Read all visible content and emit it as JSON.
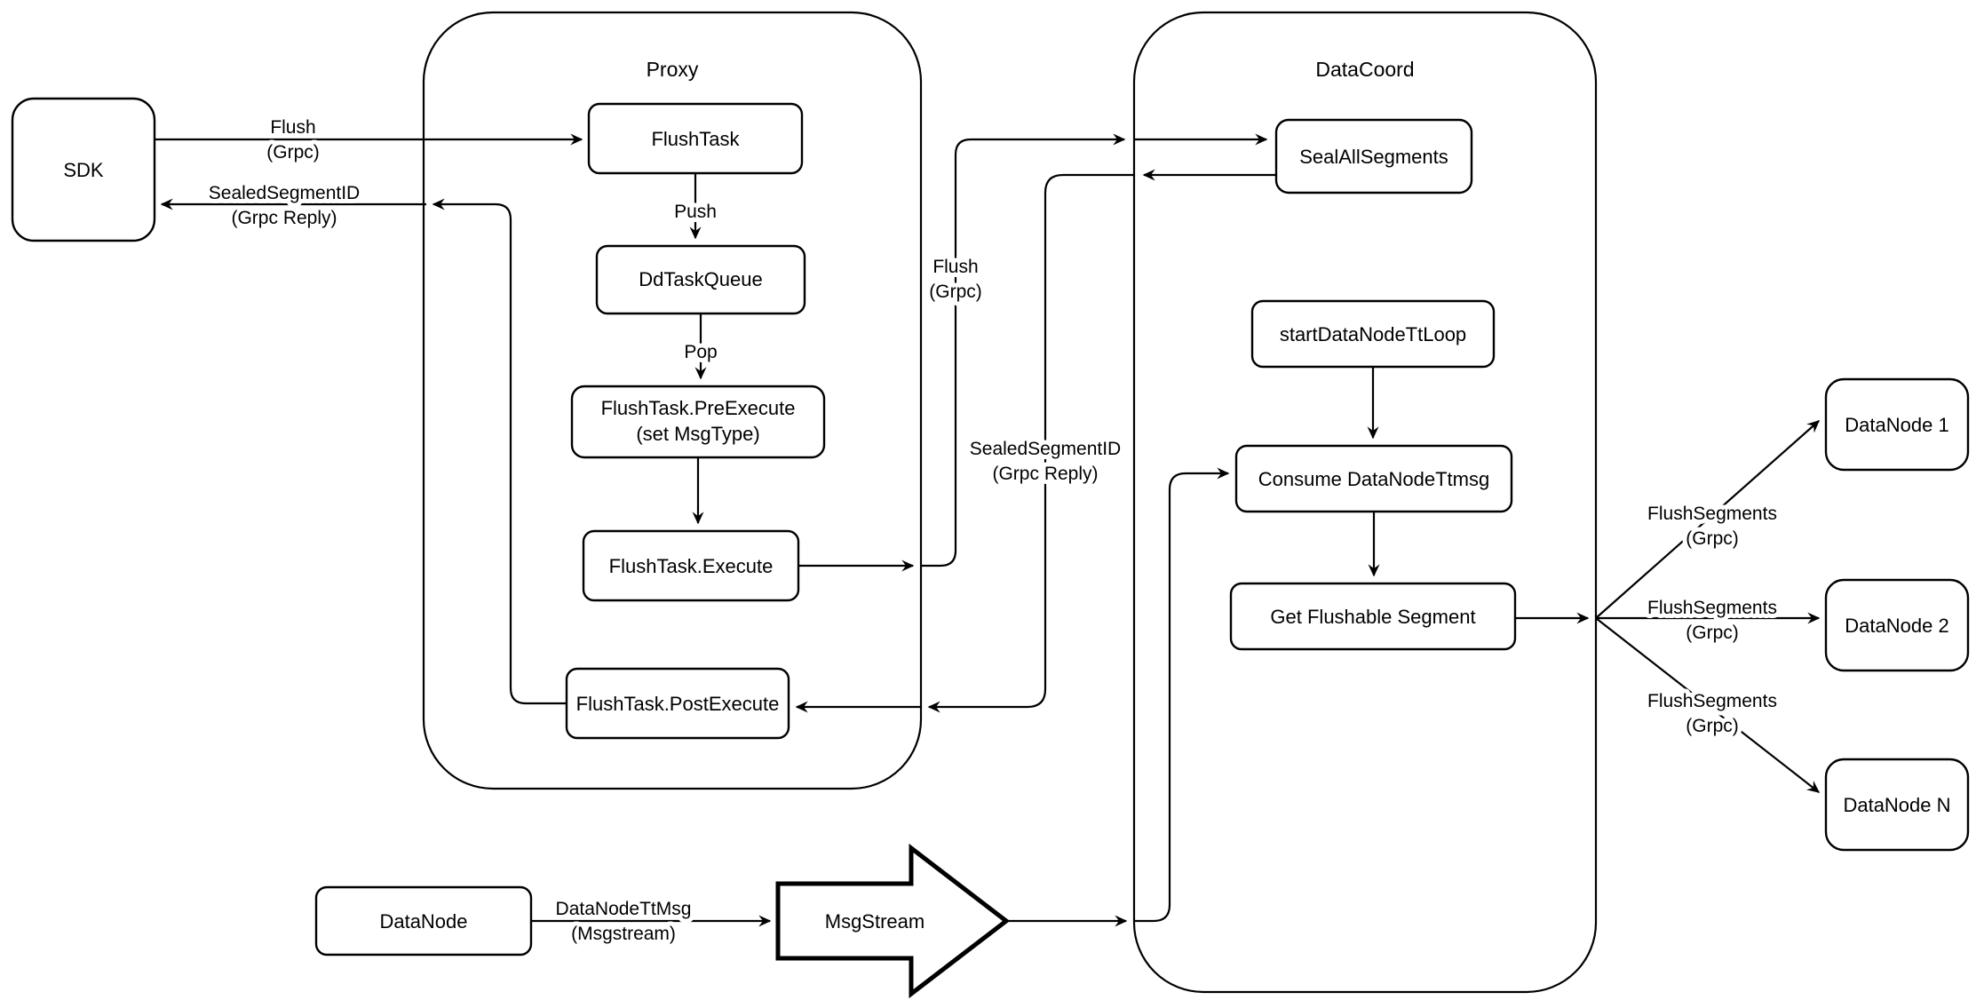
{
  "colors": {
    "background": "#ffffff",
    "stroke": "#000000",
    "node_fill": "#ffffff",
    "text": "#000000"
  },
  "containers": {
    "proxy": {
      "label": "Proxy"
    },
    "datacoord": {
      "label": "DataCoord"
    }
  },
  "nodes": {
    "sdk": {
      "label": "SDK"
    },
    "flush_task": {
      "label": "FlushTask"
    },
    "dd_task_queue": {
      "label": "DdTaskQueue"
    },
    "pre_execute": {
      "line1": "FlushTask.PreExecute",
      "line2": "(set MsgType)"
    },
    "execute": {
      "label": "FlushTask.Execute"
    },
    "post_execute": {
      "label": "FlushTask.PostExecute"
    },
    "seal_all_segments": {
      "label": "SealAllSegments"
    },
    "start_datanode_tt_loop": {
      "label": "startDataNodeTtLoop"
    },
    "consume_datanode_ttmsg": {
      "label": "Consume DataNodeTtmsg"
    },
    "get_flushable_segment": {
      "label": "Get Flushable Segment"
    },
    "datanode_1": {
      "label": "DataNode 1"
    },
    "datanode_2": {
      "label": "DataNode 2"
    },
    "datanode_n": {
      "label": "DataNode N"
    },
    "datanode": {
      "label": "DataNode"
    },
    "msgstream": {
      "label": "MsgStream"
    }
  },
  "edge_labels": {
    "sdk_flush": {
      "line1": "Flush",
      "line2": "(Grpc)"
    },
    "sdk_reply": {
      "line1": "SealedSegmentID",
      "line2": "(Grpc Reply)"
    },
    "push": {
      "label": "Push"
    },
    "pop": {
      "label": "Pop"
    },
    "mid_flush": {
      "line1": "Flush",
      "line2": "(Grpc)"
    },
    "mid_reply": {
      "line1": "SealedSegmentID",
      "line2": "(Grpc Reply)"
    },
    "flush_segments_1": {
      "line1": "FlushSegments",
      "line2": "(Grpc)"
    },
    "flush_segments_2": {
      "line1": "FlushSegments",
      "line2": "(Grpc)"
    },
    "flush_segments_3": {
      "line1": "FlushSegments",
      "line2": "(Grpc)"
    },
    "datanode_tt_msg": {
      "line1": "DataNodeTtMsg",
      "line2": "(Msgstream)"
    }
  }
}
